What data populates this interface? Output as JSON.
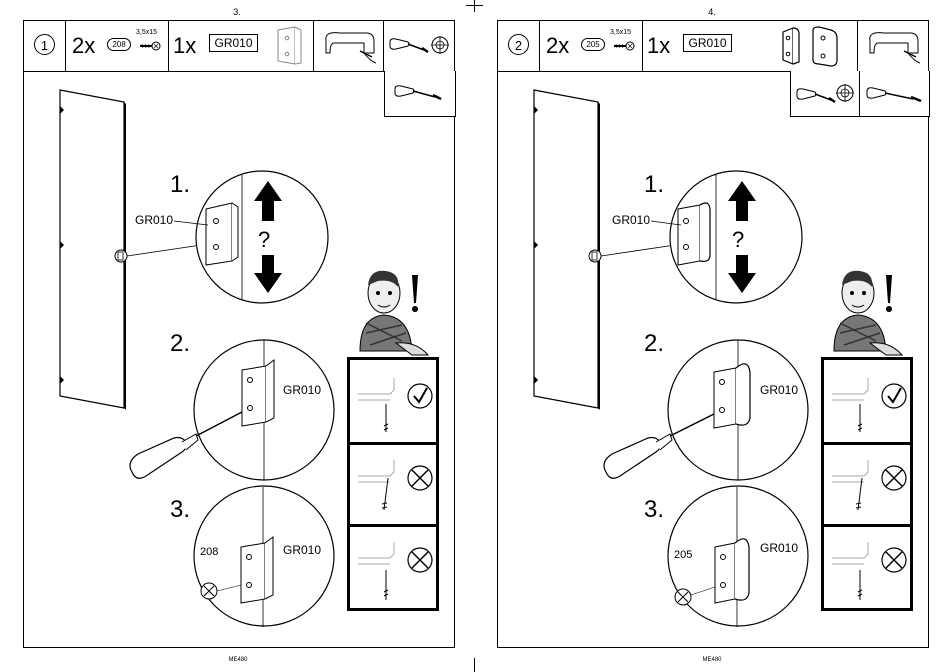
{
  "left_page": {
    "page_number": "3.",
    "step_number": "1",
    "screw_qty": "2x",
    "screw_code": "208",
    "screw_size": "3,5x15",
    "part_qty": "1x",
    "part_code": "GR010",
    "steps": [
      "1.",
      "2.",
      "3."
    ],
    "callout_step1": "GR010",
    "callout_step2": "GR010",
    "callout_step3": "GR010",
    "screw_label": "208",
    "footer": "ME480"
  },
  "right_page": {
    "page_number": "4.",
    "step_number": "2",
    "screw_qty": "2x",
    "screw_code": "205",
    "screw_size": "3,5x15",
    "part_qty": "1x",
    "part_code": "GR010",
    "steps": [
      "1.",
      "2.",
      "3."
    ],
    "callout_step1": "GR010",
    "callout_step2": "GR010",
    "callout_step3": "GR010",
    "screw_label": "205",
    "footer": "ME480"
  },
  "icons": [
    "screwdriver-icon",
    "phillips-head-icon",
    "flat-screwdriver-icon",
    "bracket-icon",
    "handle-profile-icon",
    "check-icon",
    "cross-icon",
    "warning-exclamation-icon"
  ]
}
